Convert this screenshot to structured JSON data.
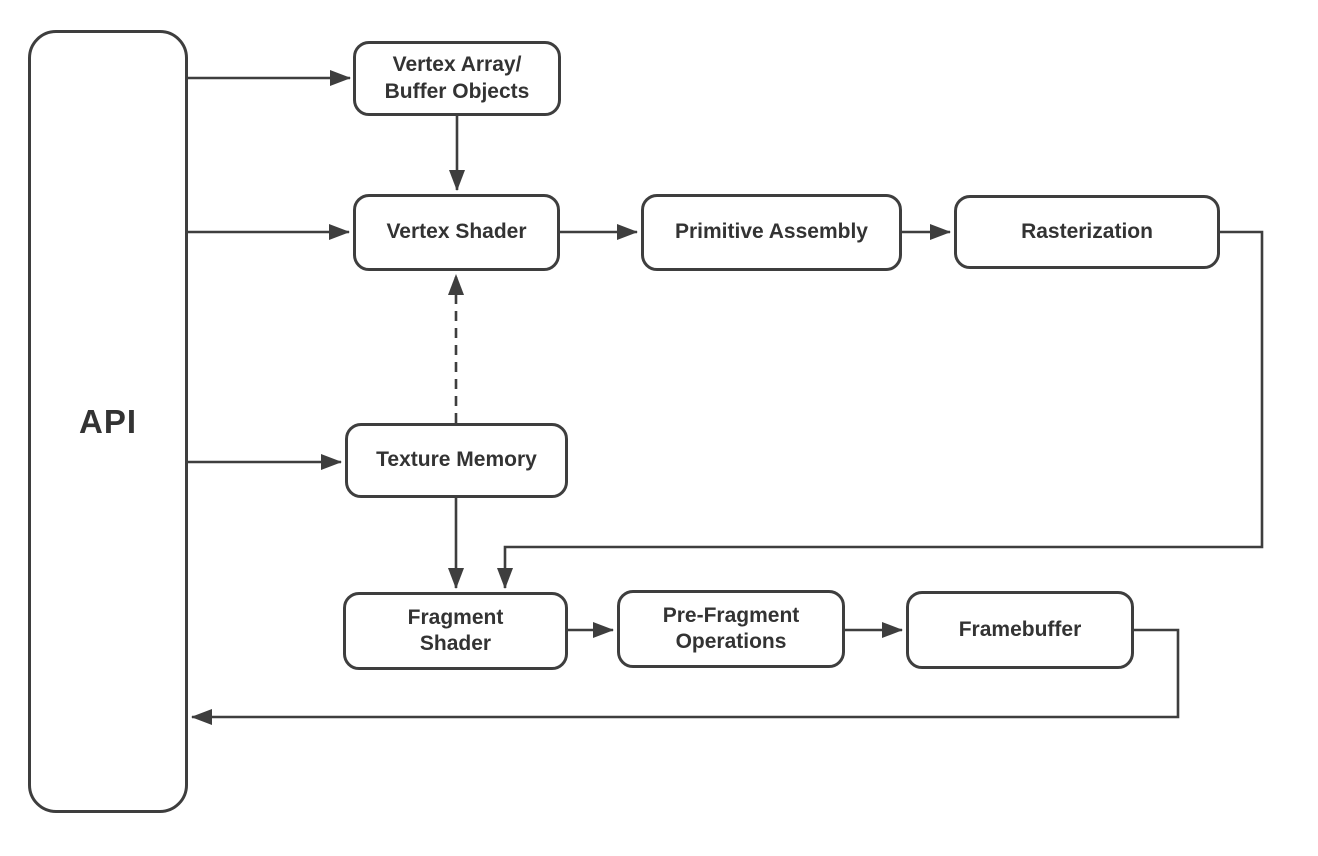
{
  "colors": {
    "line": "#3e3e3e",
    "text": "#333333",
    "node_fill": "#ffffff",
    "background": "#ffffff"
  },
  "diagram": {
    "type": "flowchart",
    "nodes": {
      "api": {
        "label": "API"
      },
      "vertex_array": {
        "lines": [
          "Vertex Array/",
          "Buffer Objects"
        ]
      },
      "vertex_shader": {
        "label": "Vertex Shader"
      },
      "primitive_assembly": {
        "label": "Primitive Assembly"
      },
      "rasterization": {
        "label": "Rasterization"
      },
      "texture_memory": {
        "label": "Texture Memory"
      },
      "fragment_shader": {
        "lines": [
          "Fragment",
          "Shader"
        ]
      },
      "pre_fragment_operations": {
        "lines": [
          "Pre-Fragment",
          "Operations"
        ]
      },
      "framebuffer": {
        "label": "Framebuffer"
      }
    },
    "edges": [
      {
        "from": "API",
        "to": "Vertex Array/Buffer Objects",
        "style": "solid"
      },
      {
        "from": "Vertex Array/Buffer Objects",
        "to": "Vertex Shader",
        "style": "solid"
      },
      {
        "from": "API",
        "to": "Vertex Shader",
        "style": "solid"
      },
      {
        "from": "Vertex Shader",
        "to": "Primitive Assembly",
        "style": "solid"
      },
      {
        "from": "Primitive Assembly",
        "to": "Rasterization",
        "style": "solid"
      },
      {
        "from": "Rasterization",
        "to": "Fragment Shader",
        "style": "solid"
      },
      {
        "from": "API",
        "to": "Texture Memory",
        "style": "solid"
      },
      {
        "from": "Texture Memory",
        "to": "Vertex Shader",
        "style": "dashed"
      },
      {
        "from": "Texture Memory",
        "to": "Fragment Shader",
        "style": "solid"
      },
      {
        "from": "Fragment Shader",
        "to": "Pre-Fragment Operations",
        "style": "solid"
      },
      {
        "from": "Pre-Fragment Operations",
        "to": "Framebuffer",
        "style": "solid"
      },
      {
        "from": "Framebuffer",
        "to": "API",
        "style": "solid"
      }
    ]
  }
}
